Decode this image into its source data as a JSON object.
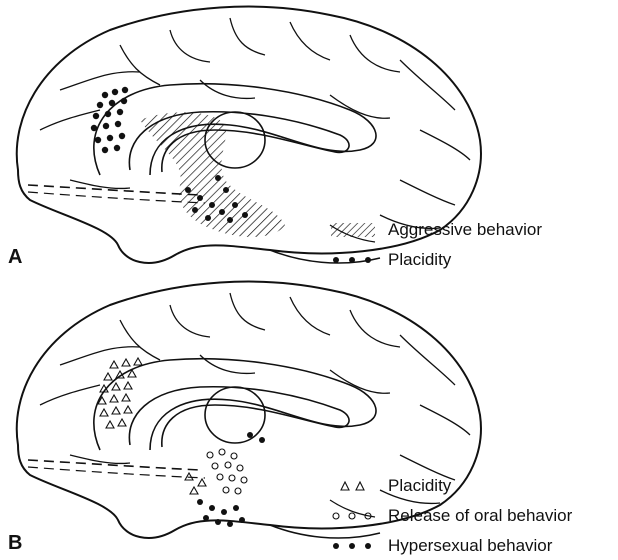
{
  "panel_a": {
    "letter": "A",
    "legend": [
      {
        "key": "hatch",
        "label": "Aggressive behavior"
      },
      {
        "key": "filled-dots",
        "label": "Placidity"
      }
    ]
  },
  "panel_b": {
    "letter": "B",
    "legend": [
      {
        "key": "triangles",
        "label": "Placidity"
      },
      {
        "key": "open-circles",
        "label": "Release of oral behavior"
      },
      {
        "key": "filled-dots",
        "label": "Hypersexual behavior"
      }
    ]
  }
}
